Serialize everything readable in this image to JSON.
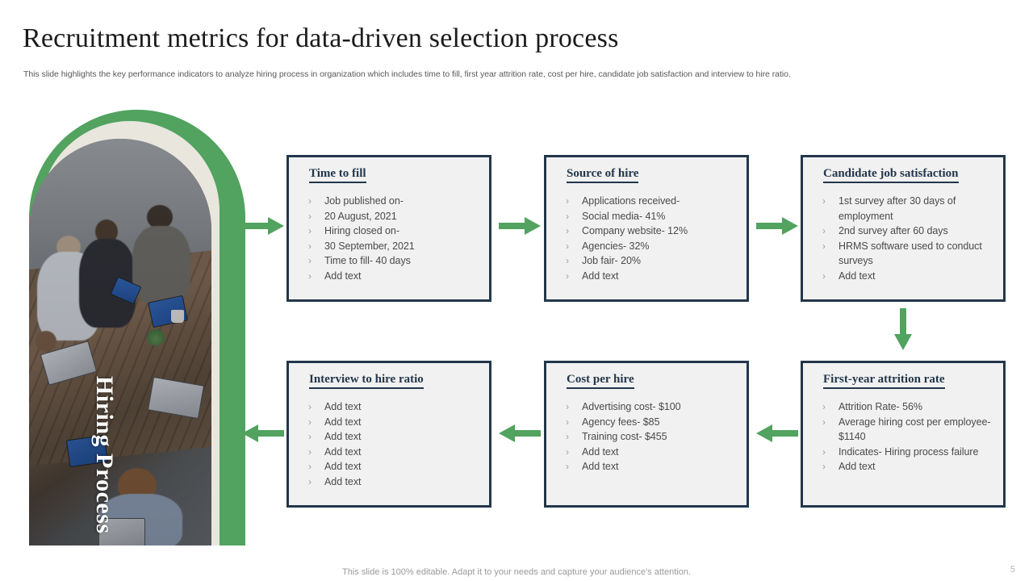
{
  "header": {
    "title": "Recruitment metrics for data-driven selection process",
    "subtitle": "This slide highlights the key performance indicators to analyze hiring process in organization which includes time to fill, first year attrition rate,  cost per hire, candidate job satisfaction and interview to hire ratio."
  },
  "visual": {
    "arch_label": "Hiring Process",
    "accent_green": "#51a35f",
    "frame_navy": "#23374b",
    "card_background": "#f1f1f1"
  },
  "cards": [
    {
      "id": "time-to-fill",
      "title": "Time to fill",
      "items": [
        "Job published  on-",
        " 20 August,  2021",
        "Hiring closed on-",
        "30 September, 2021",
        "Time to fill- 40 days",
        "Add text"
      ]
    },
    {
      "id": "source-of-hire",
      "title": "Source of hire",
      "items": [
        "Applications received-",
        "Social media- 41%",
        "Company  website- 12%",
        "Agencies- 32%",
        "Job fair- 20%",
        "Add text"
      ]
    },
    {
      "id": "candidate-job-satisfaction",
      "title": "Candidate job satisfaction",
      "items": [
        "1st survey  after  30 days of employment",
        "2nd survey  after 60 days",
        "HRMS  software  used to conduct  surveys",
        "Add text"
      ]
    },
    {
      "id": "first-year-attrition-rate",
      "title": "First-year attrition rate",
      "items": [
        "Attrition  Rate- 56%",
        "Average hiring cost per employee- $1140",
        "Indicates-  Hiring process failure",
        "Add text"
      ]
    },
    {
      "id": "cost-per-hire",
      "title": "Cost per hire",
      "items": [
        "Advertising cost- $100",
        "Agency fees- $85",
        "Training  cost- $455",
        "Add text",
        "Add text"
      ]
    },
    {
      "id": "interview-to-hire-ratio",
      "title": "Interview to hire ratio",
      "items": [
        "Add text",
        "Add text",
        "Add text",
        "Add text",
        "Add text",
        "Add text"
      ]
    }
  ],
  "bullet_glyph": "›",
  "footer": {
    "note": "This slide is 100% editable. Adapt it to your needs and capture your audience's attention.",
    "page_number": "5"
  }
}
